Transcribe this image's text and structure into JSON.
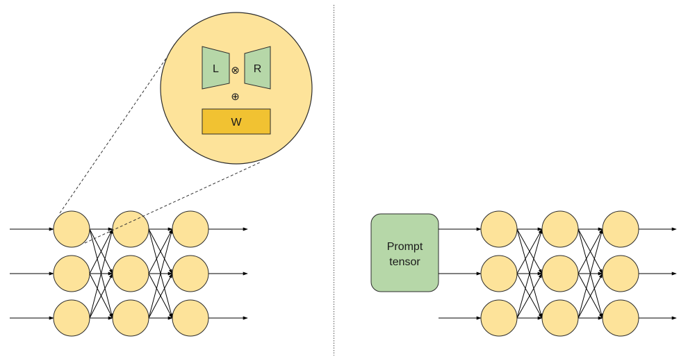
{
  "title": "LoRA vs Prompt Tuning diagram",
  "colors": {
    "node_fill": "#fde39a",
    "node_stroke": "#2b2b2b",
    "adapter_fill": "#b6d7a8",
    "weight_fill": "#f1c232",
    "edge": "#000000",
    "dashed": "#333333",
    "divider": "#555555"
  },
  "left_panel": {
    "name": "lora-panel",
    "network": {
      "layers": 3,
      "nodes_per_layer": 3
    },
    "zoom_callout": {
      "left_adapter_label": "L",
      "right_adapter_label": "R",
      "multiply_symbol": "⊗",
      "add_symbol": "⊕",
      "weight_label": "W"
    }
  },
  "right_panel": {
    "name": "prompt-tuning-panel",
    "network": {
      "layers": 3,
      "nodes_per_layer": 3
    },
    "prompt_box": {
      "line1": "Prompt",
      "line2": "tensor"
    }
  }
}
